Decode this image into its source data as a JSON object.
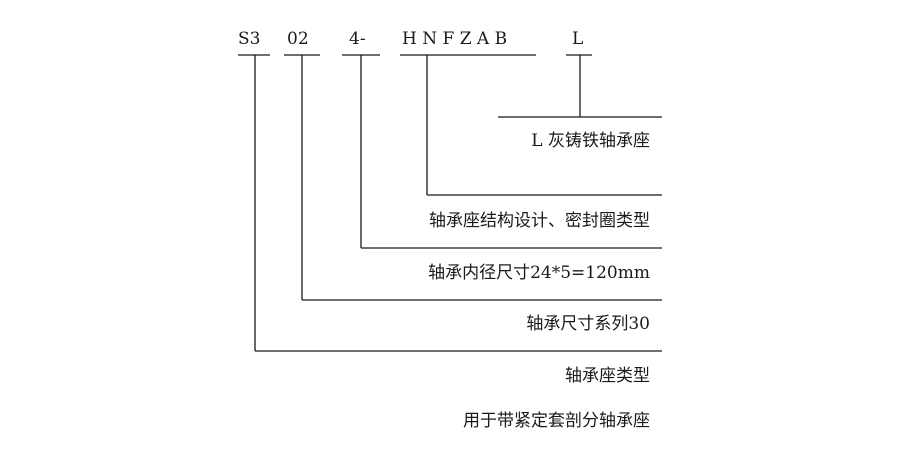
{
  "code": {
    "parts": [
      "S3",
      "02",
      "4-",
      "H N F Z A B",
      "L"
    ]
  },
  "descriptions": [
    "L 灰铸铁轴承座",
    "轴承座结构设计、密封圈类型",
    "轴承内径尺寸24*5=120mm",
    "轴承尺寸系列30",
    "轴承座类型",
    "用于带紧定套剖分轴承座"
  ],
  "colors": {
    "ink": "#1a1a1a",
    "background": "#ffffff"
  }
}
